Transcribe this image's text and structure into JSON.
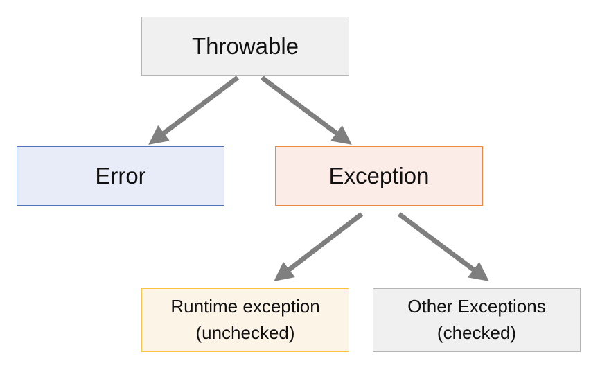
{
  "nodes": {
    "throwable": {
      "label": "Throwable"
    },
    "error": {
      "label": "Error"
    },
    "exception": {
      "label": "Exception"
    },
    "runtime": {
      "line1": "Runtime exception",
      "line2": "(unchecked)"
    },
    "other": {
      "line1": "Other Exceptions",
      "line2": "(checked)"
    }
  },
  "edges": [
    {
      "from": "Throwable",
      "to": "Error"
    },
    {
      "from": "Throwable",
      "to": "Exception"
    },
    {
      "from": "Exception",
      "to": "Runtime exception"
    },
    {
      "from": "Exception",
      "to": "Other Exceptions"
    }
  ],
  "colors": {
    "arrow": "#7f7f7f",
    "throwable_fill": "#f0f0f0",
    "error_fill": "#e8ecf8",
    "error_border": "#4f74b8",
    "exception_fill": "#fbece8",
    "exception_border": "#e9883e",
    "runtime_fill": "#fdf4e8",
    "runtime_border": "#fbc440",
    "other_fill": "#f0f0f0"
  }
}
